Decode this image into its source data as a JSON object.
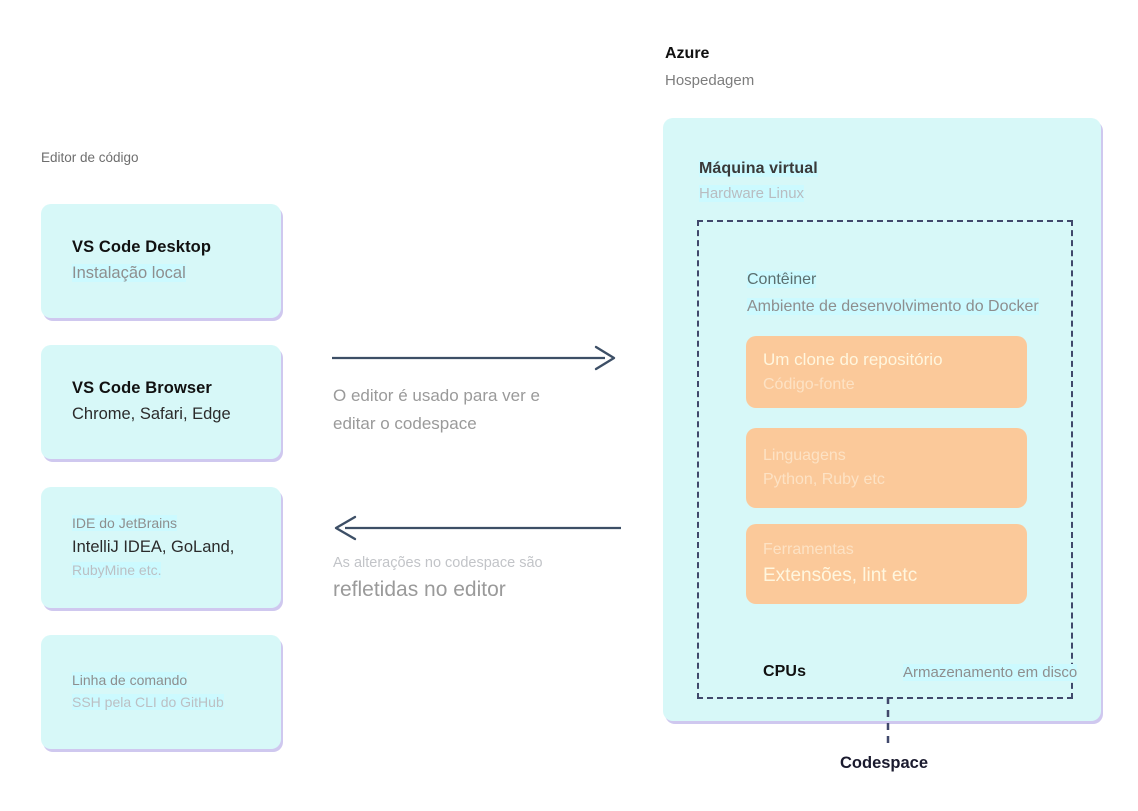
{
  "diagram": {
    "title": "GitHub Codespaces architecture (pt-BR)",
    "colors": {
      "card_cyan": "#d7f8f8",
      "highlight_cyan": "#ccfaff",
      "card_shadow": "#cfc8ef",
      "orange": "#fbc99a",
      "arrow": "#3d4f66",
      "dashed_border": "#40486b"
    }
  },
  "left": {
    "section_label": "Editor de código",
    "cards": [
      {
        "line1": "VS Code Desktop",
        "line2": "Instalação local"
      },
      {
        "line1": "VS Code Browser",
        "line2": "Chrome, Safari, Edge"
      },
      {
        "line1": "IDE do JetBrains",
        "line2": "IntelliJ IDEA, GoLand,",
        "line3": "RubyMine etc."
      },
      {
        "line1": "Linha de comando",
        "line2": "SSH pela CLI do GitHub"
      }
    ]
  },
  "center": {
    "flow_forward": {
      "icon": "arrow-right-icon",
      "line1": "O editor é usado para ver e",
      "line2": "editar o codespace"
    },
    "flow_back": {
      "icon": "arrow-left-icon",
      "line1": "As alterações no codespace são",
      "line2": "refletidas no editor"
    }
  },
  "right": {
    "heading": "Azure",
    "subheading": "Hospedagem",
    "vm": {
      "title": "Máquina virtual",
      "subtitle": "Hardware Linux"
    },
    "container": {
      "title": "Contêiner",
      "subtitle": "Ambiente de desenvolvimento do Docker"
    },
    "items": [
      {
        "line1": "Um clone do repositório",
        "line2": "Código-fonte"
      },
      {
        "line1": "Linguagens",
        "line2": "Python, Ruby etc"
      },
      {
        "line1": "Ferramentas",
        "line2": "Extensões, lint etc"
      }
    ],
    "footer": {
      "left": "CPUs",
      "right": "Armazenamento em disco"
    },
    "callout": "Codespace"
  }
}
